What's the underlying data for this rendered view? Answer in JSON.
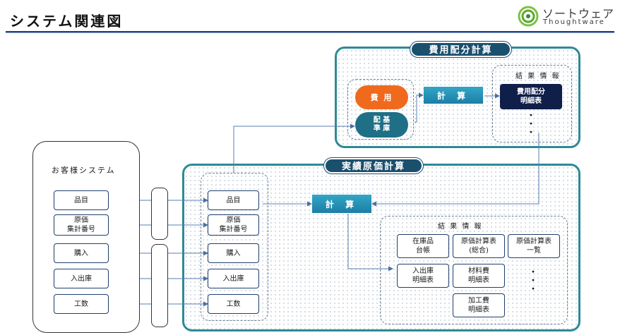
{
  "header": {
    "title": "システム関連図",
    "logo_jp": "ソートウェア",
    "logo_en": "Thoughtware"
  },
  "customer": {
    "title": "お客様システム",
    "items": [
      "品目",
      "原価\n集計番号",
      "購入",
      "入出庫",
      "工数"
    ]
  },
  "actual_panel": {
    "title": "実績原価計算",
    "inputs": [
      "品目",
      "原価\n集計番号",
      "購入",
      "入出庫",
      "工数"
    ],
    "calc_label": "計 算",
    "results_label": "結 果 情 報",
    "results": {
      "inventory_ledger": "在庫品\n台帳",
      "cost_summary": "原価計算表\n(総合)",
      "cost_list": "原価計算表\n一覧",
      "inout_detail": "入出庫\n明細表",
      "material_detail": "材料費\n明細表",
      "processing_detail": "加工費\n明細表"
    },
    "ellipsis": "・\n・\n・"
  },
  "allocation_panel": {
    "title": "費用配分計算",
    "expense": "費 用",
    "base_master": "配 基\n準 庫",
    "calc_label": "計 算",
    "results_label": "結 果 情 報",
    "result_item": "費用配分\n明細表",
    "ellipsis": "・\n・\n・"
  },
  "colors": {
    "panel_border": "#2e8a95",
    "title_pill": "#1b4f6e",
    "calc_button": "#1c7ea6",
    "expense_orange": "#f06a1e",
    "base_teal": "#1f6f86",
    "highlight_navy": "#101e4a"
  }
}
